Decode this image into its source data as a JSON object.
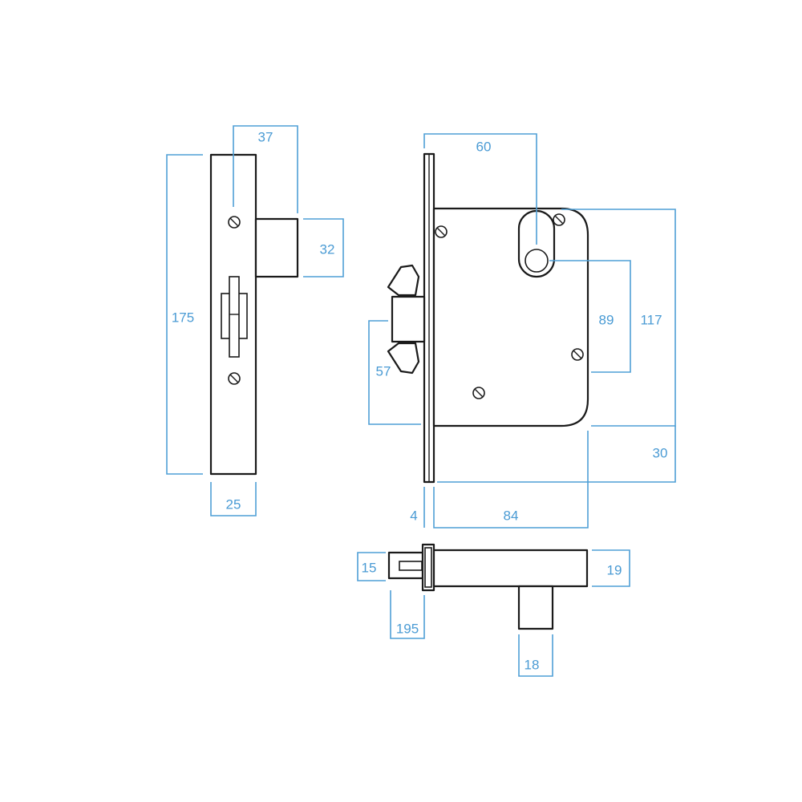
{
  "dimensions": {
    "forend_width": "37",
    "bolt_height": "32",
    "overall_height": "175",
    "faceplate_width": "25",
    "backset": "60",
    "centres": "89",
    "case_height": "117",
    "latch_offset": "57",
    "case_offset": "30",
    "forend_thickness": "4",
    "case_depth": "84",
    "spindle_width": "15",
    "bolt_throw": "195",
    "case_thickness": "19",
    "follower_width": "18"
  },
  "colors": {
    "dimension": "#4a9bd4",
    "outline": "#1a1a1a"
  }
}
